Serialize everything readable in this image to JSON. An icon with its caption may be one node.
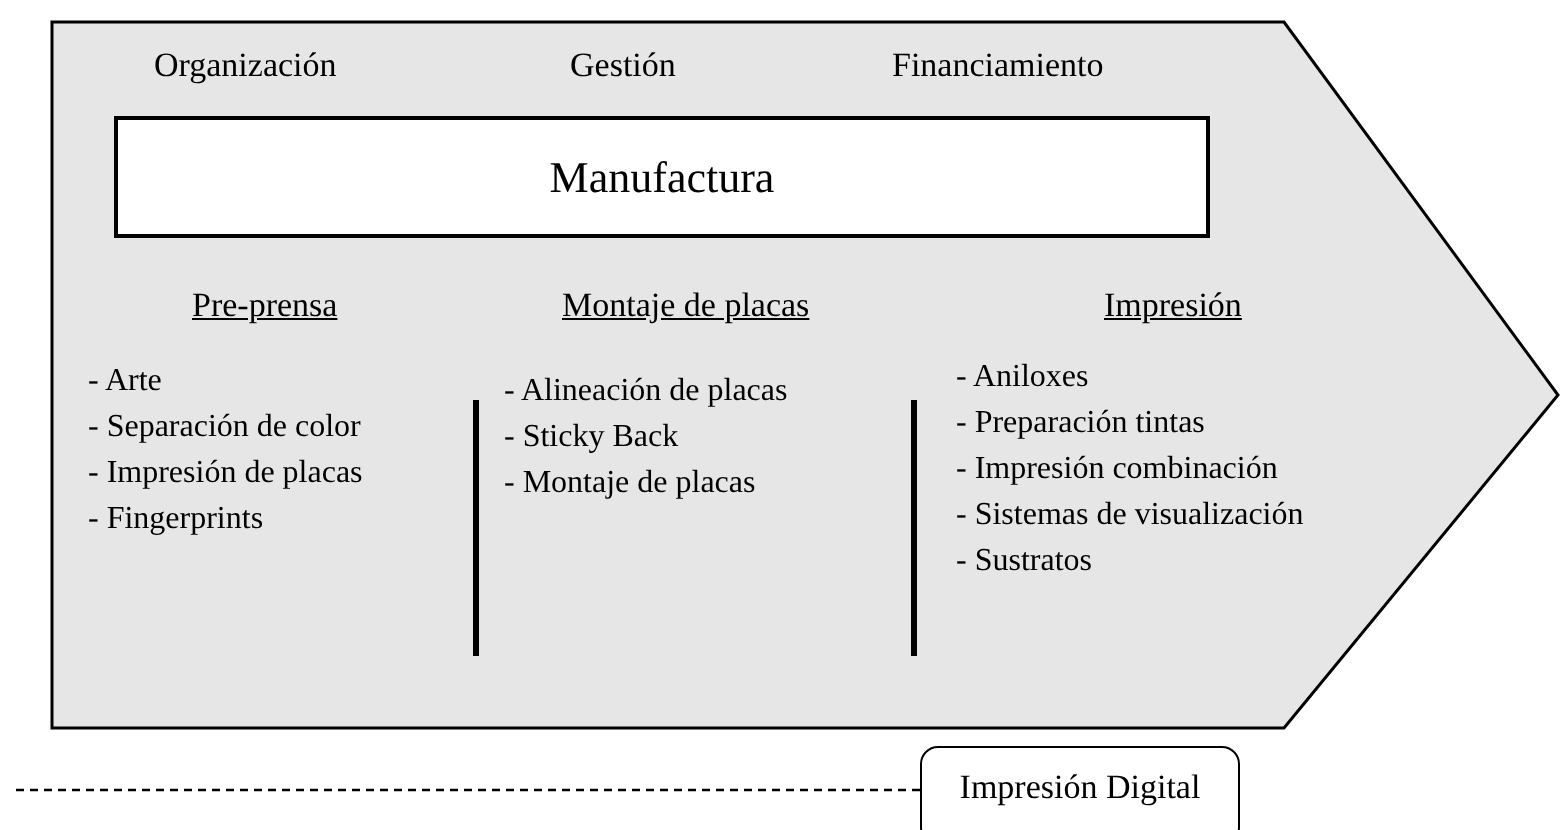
{
  "diagram": {
    "nodes": [
      {
        "text": [
          "Organización",
          "Gestión",
          "Financiamiento",
          "Pre-prensa",
          "Montaje de placas",
          "Impresión",
          "- Arte",
          "- Separación de color",
          "- Impresión de placas",
          "- Fingerprints",
          "- Alineación de placas",
          "- Sticky Back",
          "- Montaje de placas",
          "- Aniloxes",
          "- Preparación tintas",
          "- Impresión combinación",
          "- Sistemas de visualización",
          "- Sustratos"
        ]
      },
      {
        "text": [
          "Manufactura"
        ],
        "in": 0
      },
      {
        "text": [
          "Impresión Digital"
        ]
      }
    ],
    "edges": [
      {
        "from": null,
        "to": 2,
        "arrow": "none",
        "style": "dashed"
      }
    ]
  }
}
